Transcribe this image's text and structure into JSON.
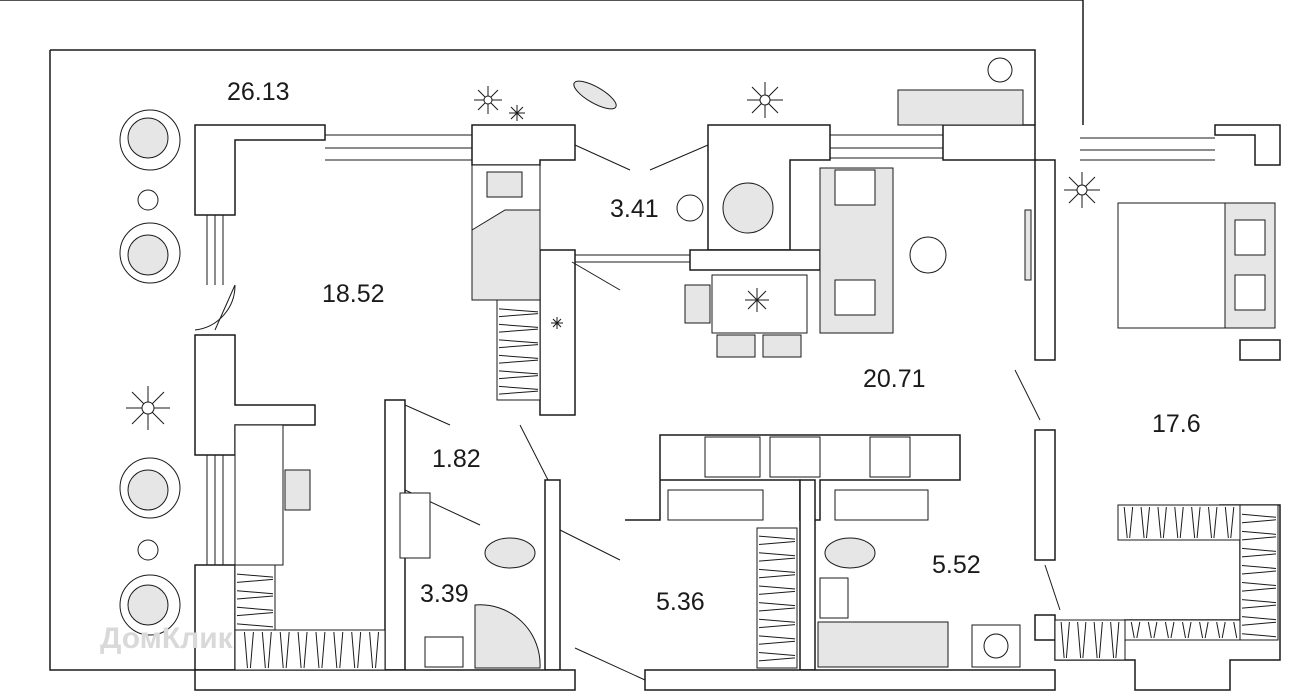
{
  "rooms": [
    {
      "id": "terrace",
      "area": "26.13"
    },
    {
      "id": "room-left",
      "area": "18.52"
    },
    {
      "id": "hall-small",
      "area": "3.41"
    },
    {
      "id": "corridor",
      "area": "1.82"
    },
    {
      "id": "bath-left",
      "area": "3.39"
    },
    {
      "id": "hallway",
      "area": "5.36"
    },
    {
      "id": "kitchen-living",
      "area": "20.71"
    },
    {
      "id": "bath-right",
      "area": "5.52"
    },
    {
      "id": "bedroom-right",
      "area": "17.6"
    }
  ],
  "watermark": "ДомКлик",
  "colors": {
    "wall": "#1a1a1a",
    "fill": "#ffffff",
    "furniture": "#e6e6e6",
    "watermark": "#d9d9d9"
  }
}
